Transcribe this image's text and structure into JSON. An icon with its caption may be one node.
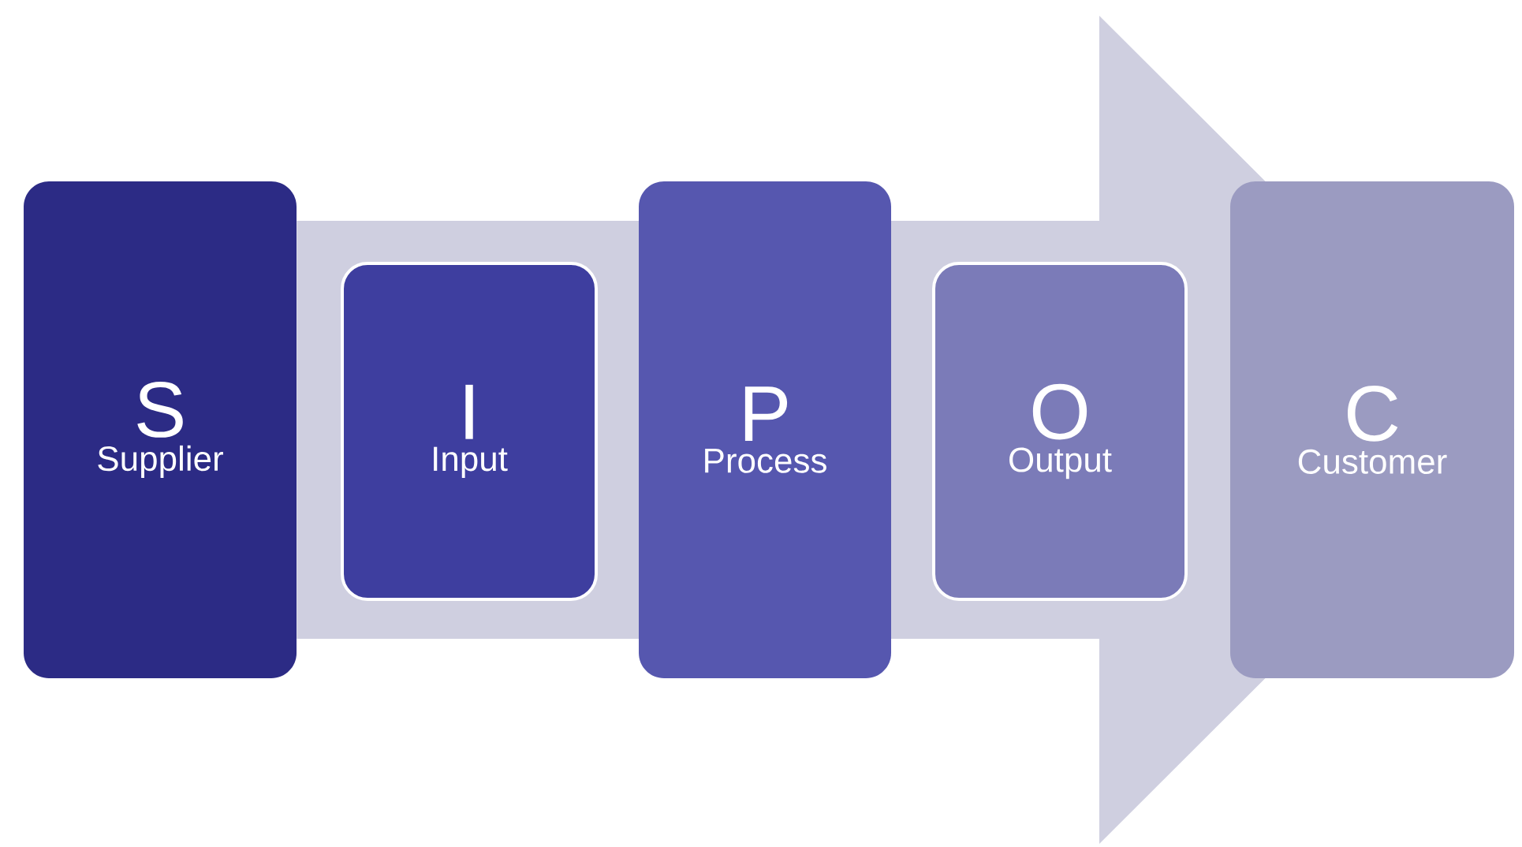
{
  "diagram": {
    "nodes": [
      {
        "text": [
          "S",
          "Supplier"
        ]
      },
      {
        "text": [
          "I",
          "Input"
        ]
      },
      {
        "text": [
          "P",
          "Process"
        ]
      },
      {
        "text": [
          "O",
          "Output"
        ]
      },
      {
        "text": [
          "C",
          "Customer"
        ]
      }
    ],
    "edges": [
      {
        "from": 0,
        "to": 4,
        "arrow": "to"
      }
    ]
  }
}
